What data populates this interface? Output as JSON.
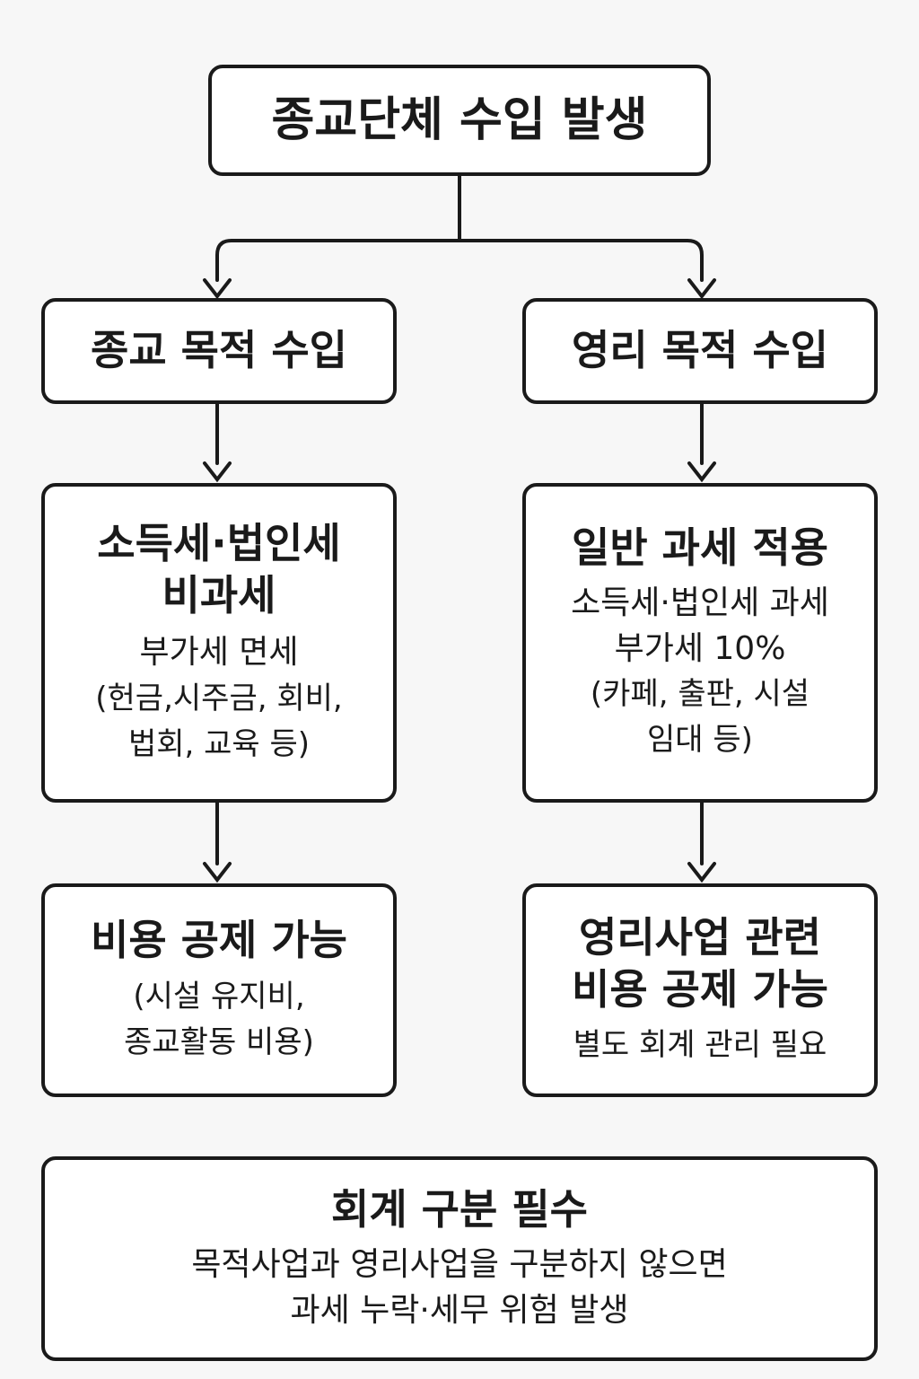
{
  "root": {
    "title": "종교단체 수입 발생"
  },
  "left": {
    "category": "종교 목적 수입",
    "tax": {
      "title_lines": [
        "소득세·법인세",
        "비과세"
      ],
      "detail_lines": [
        "부가세 면세",
        "(헌금,시주금, 회비,",
        "법회, 교육 등)"
      ]
    },
    "expense": {
      "title": "비용 공제 가능",
      "detail_lines": [
        "(시설 유지비,",
        "종교활동 비용)"
      ]
    }
  },
  "right": {
    "category": "영리 목적 수입",
    "tax": {
      "title": "일반 과세 적용",
      "detail_lines": [
        "소득세·법인세 과세",
        "부가세 10%",
        "(카페, 출판, 시설",
        "임대 등)"
      ]
    },
    "expense": {
      "title_lines": [
        "영리사업 관련",
        "비용 공제 가능"
      ],
      "detail": "별도 회계 관리 필요"
    }
  },
  "footer": {
    "title": "회계 구분 필수",
    "detail_lines": [
      "목적사업과 영리사업을 구분하지 않으면",
      "과세 누락·세무 위험 발생"
    ]
  }
}
